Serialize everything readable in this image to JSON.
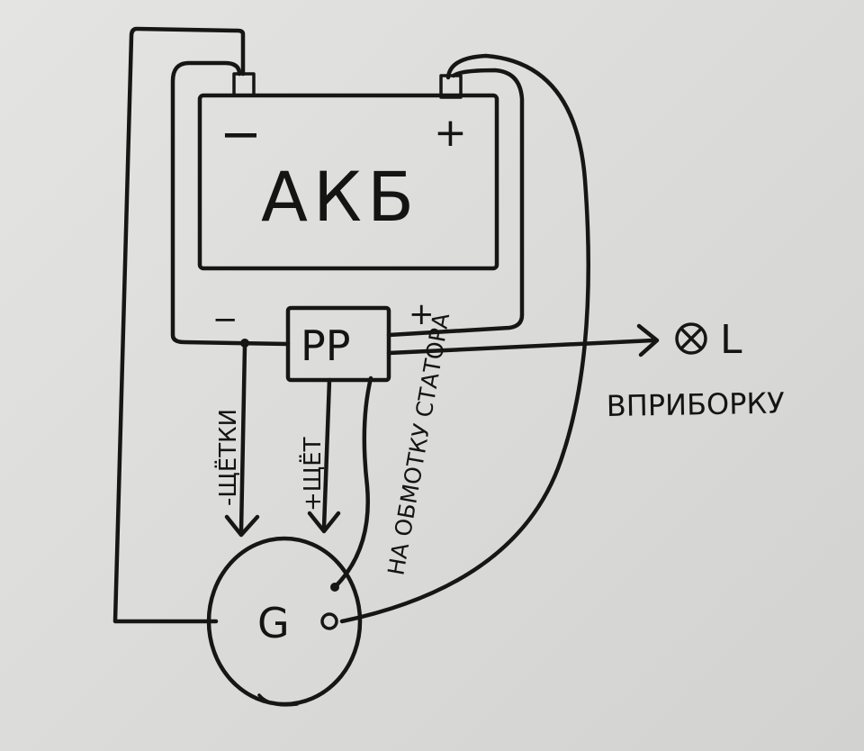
{
  "battery": {
    "label": "АКБ",
    "minus": "−",
    "plus": "+"
  },
  "regulator": {
    "label": "PP",
    "minus": "−",
    "plus": "+"
  },
  "generator": {
    "label": "G"
  },
  "lamp": {
    "label": "L",
    "caption": "ВПРИБОРКУ"
  },
  "wires": {
    "brush_minus": "-ЩЁТКИ",
    "brush_plus": "+ЩЁТ",
    "stator": "НА ОБМОТКУ СТАТОРА"
  }
}
